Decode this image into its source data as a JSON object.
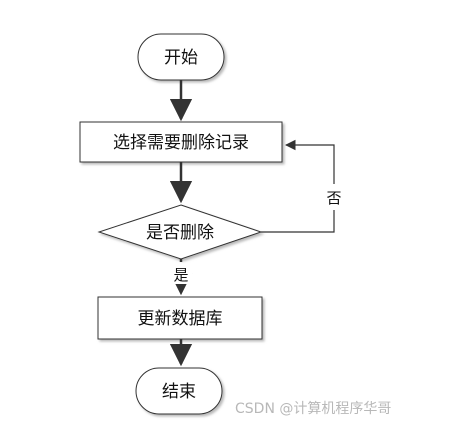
{
  "nodes": {
    "start": "开始",
    "select_record": "选择需要删除记录",
    "decision": "是否删除",
    "update_db": "更新数据库",
    "end": "结束"
  },
  "edges": {
    "no_label": "否",
    "yes_label": "是"
  },
  "watermark": "CSDN @计算机程序华哥"
}
